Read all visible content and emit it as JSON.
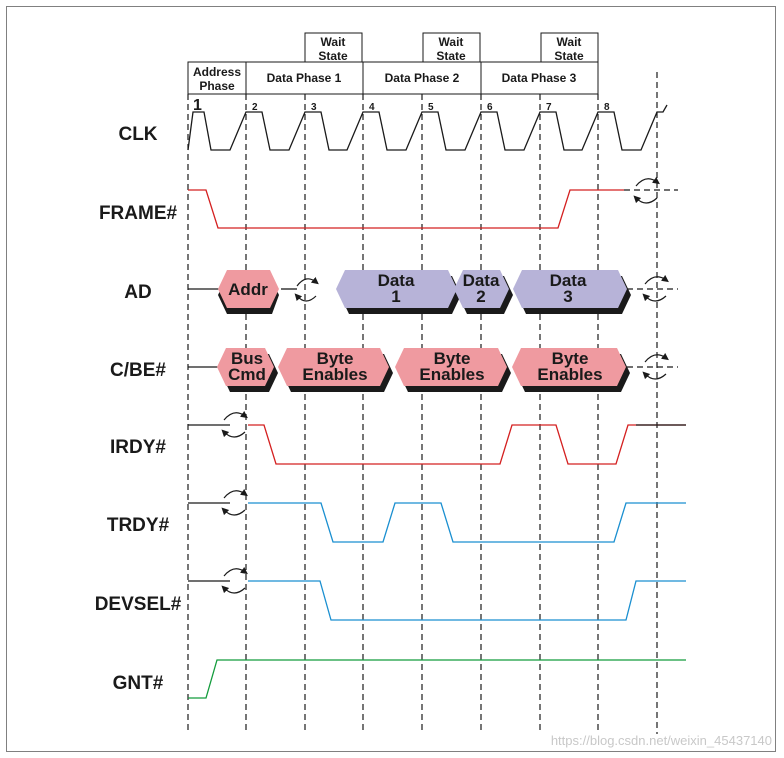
{
  "signals": {
    "clk": "CLK",
    "frame": "FRAME#",
    "ad": "AD",
    "cbe": "C/BE#",
    "irdy": "IRDY#",
    "trdy": "TRDY#",
    "devsel": "DEVSEL#",
    "gnt": "GNT#"
  },
  "phases": {
    "address_line1": "Address",
    "address_line2": "Phase",
    "data1": "Data Phase 1",
    "data2": "Data Phase 2",
    "data3": "Data Phase 3",
    "wait_line1": "Wait",
    "wait_line2": "State"
  },
  "clock_numbers": [
    "1",
    "2",
    "3",
    "4",
    "5",
    "6",
    "7",
    "8"
  ],
  "ad_bus": {
    "addr": "Addr",
    "data1_line1": "Data",
    "data1_line2": "1",
    "data2_line1": "Data",
    "data2_line2": "2",
    "data3_line1": "Data",
    "data3_line2": "3"
  },
  "cbe_bus": {
    "cmd_line1": "Bus",
    "cmd_line2": "Cmd",
    "be_line1": "Byte",
    "be_line2": "Enables"
  },
  "colors": {
    "frame_irdy": "#d42020",
    "trdy_devsel": "#1a8fd0",
    "gnt": "#139c3c",
    "addr_fill": "#ef9aa0",
    "data_fill": "#b7b3d8",
    "shadow": "#1a1a1a"
  },
  "watermark": "https://blog.csdn.net/weixin_45437140"
}
